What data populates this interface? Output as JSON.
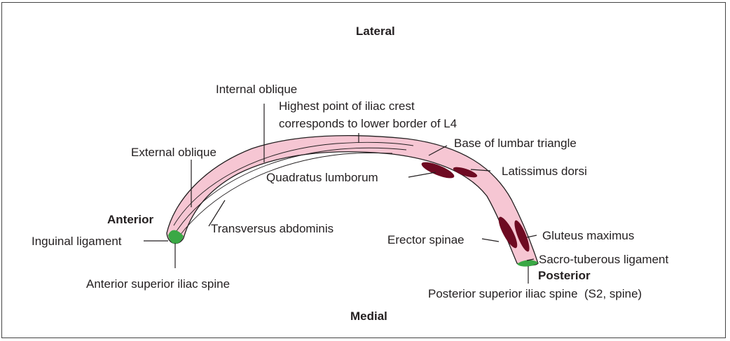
{
  "orientation": {
    "top": "Lateral",
    "bottom": "Medial",
    "left_end": "Anterior",
    "right_end": "Posterior"
  },
  "labels": {
    "internal_oblique": "Internal oblique",
    "highest_point_1": "Highest point of iliac crest",
    "highest_point_2": "corresponds to lower border of L4",
    "external_oblique": "External oblique",
    "base_lumbar_triangle": "Base of lumbar triangle",
    "latissimus_dorsi": "Latissimus dorsi",
    "quadratus_lumborum": "Quadratus lumborum",
    "transversus_abdominis": "Transversus abdominis",
    "inguinal_ligament": "Inguinal ligament",
    "anterior_superior_iliac_spine": "Anterior superior iliac spine",
    "erector_spinae": "Erector spinae",
    "gluteus_maximus": "Gluteus maximus",
    "sacro_tuberous_ligament": "Sacro-tuberous ligament",
    "posterior_superior_iliac_spine": "Posterior superior iliac spine  (S2, spine)"
  },
  "colors": {
    "crest_fill": "#f6c6d3",
    "crest_outline": "#231f20",
    "muscle_attachment": "#6e0a22",
    "ligament_attachment": "#3aa845",
    "text": "#231f20"
  }
}
